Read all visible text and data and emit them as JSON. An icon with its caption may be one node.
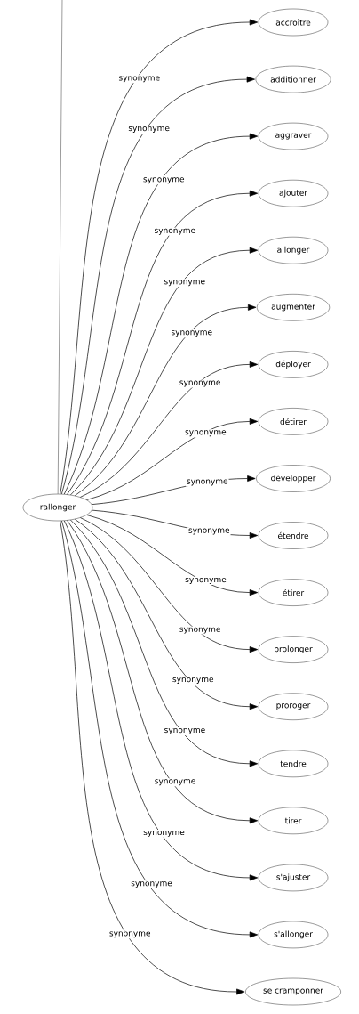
{
  "diagram": {
    "nodes": [
      {
        "text": [
          "rallonger"
        ]
      },
      {
        "text": [
          "accroître"
        ]
      },
      {
        "text": [
          "additionner"
        ]
      },
      {
        "text": [
          "aggraver"
        ]
      },
      {
        "text": [
          "ajouter"
        ]
      },
      {
        "text": [
          "allonger"
        ]
      },
      {
        "text": [
          "augmenter"
        ]
      },
      {
        "text": [
          "déployer"
        ]
      },
      {
        "text": [
          "détirer"
        ]
      },
      {
        "text": [
          "développer"
        ]
      },
      {
        "text": [
          "étendre"
        ]
      },
      {
        "text": [
          "étirer"
        ]
      },
      {
        "text": [
          "prolonger"
        ]
      },
      {
        "text": [
          "proroger"
        ]
      },
      {
        "text": [
          "tendre"
        ]
      },
      {
        "text": [
          "tirer"
        ]
      },
      {
        "text": [
          "s'ajuster"
        ]
      },
      {
        "text": [
          "s'allonger"
        ]
      },
      {
        "text": [
          "se cramponner"
        ]
      }
    ],
    "edges": [
      {
        "from": null,
        "to": 0,
        "arrow": "none"
      },
      {
        "from": 0,
        "to": 1,
        "arrow": "to",
        "label": "synonyme"
      },
      {
        "from": 0,
        "to": 2,
        "arrow": "to",
        "label": "synonyme"
      },
      {
        "from": 0,
        "to": 3,
        "arrow": "to",
        "label": "synonyme"
      },
      {
        "from": 0,
        "to": 4,
        "arrow": "to",
        "label": "synonyme"
      },
      {
        "from": 0,
        "to": 5,
        "arrow": "to",
        "label": "synonyme"
      },
      {
        "from": 0,
        "to": 6,
        "arrow": "to",
        "label": "synonyme"
      },
      {
        "from": 0,
        "to": 7,
        "arrow": "to",
        "label": "synonyme"
      },
      {
        "from": 0,
        "to": 8,
        "arrow": "to",
        "label": "synonyme"
      },
      {
        "from": 0,
        "to": 9,
        "arrow": "to",
        "label": "synonyme"
      },
      {
        "from": 0,
        "to": 10,
        "arrow": "to",
        "label": "synonyme"
      },
      {
        "from": 0,
        "to": 11,
        "arrow": "to",
        "label": "synonyme"
      },
      {
        "from": 0,
        "to": 12,
        "arrow": "to",
        "label": "synonyme"
      },
      {
        "from": 0,
        "to": 13,
        "arrow": "to",
        "label": "synonyme"
      },
      {
        "from": 0,
        "to": 14,
        "arrow": "to",
        "label": "synonyme"
      },
      {
        "from": 0,
        "to": 15,
        "arrow": "to",
        "label": "synonyme"
      },
      {
        "from": 0,
        "to": 16,
        "arrow": "to",
        "label": "synonyme"
      },
      {
        "from": 0,
        "to": 17,
        "arrow": "to",
        "label": "synonyme"
      },
      {
        "from": 0,
        "to": 18,
        "arrow": "to",
        "label": "synonyme"
      }
    ]
  }
}
